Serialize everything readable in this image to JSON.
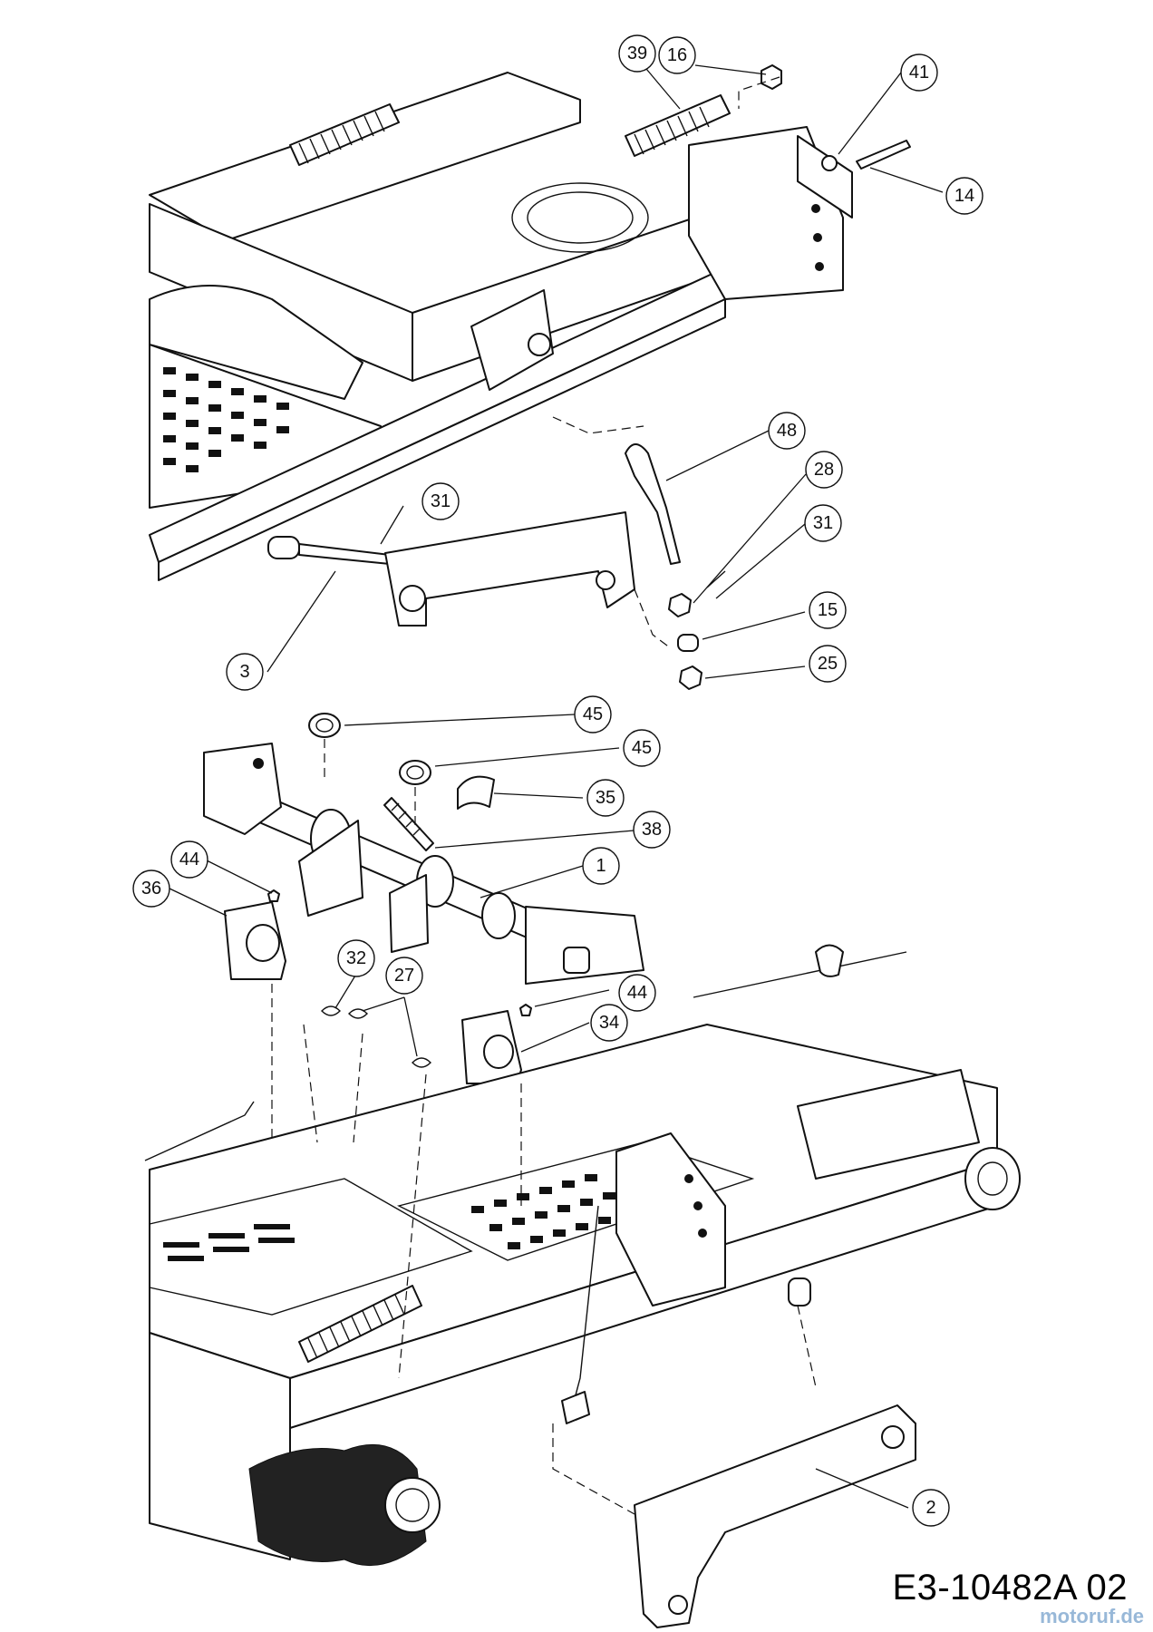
{
  "diagram": {
    "drawing_code": "E3-10482A 02",
    "watermark": "motoruf.de",
    "callouts": [
      "39",
      "16",
      "41",
      "14",
      "48",
      "28",
      "31",
      "31",
      "15",
      "25",
      "3",
      "45",
      "45",
      "35",
      "38",
      "1",
      "44",
      "36",
      "32",
      "27",
      "44",
      "34",
      "2"
    ]
  }
}
